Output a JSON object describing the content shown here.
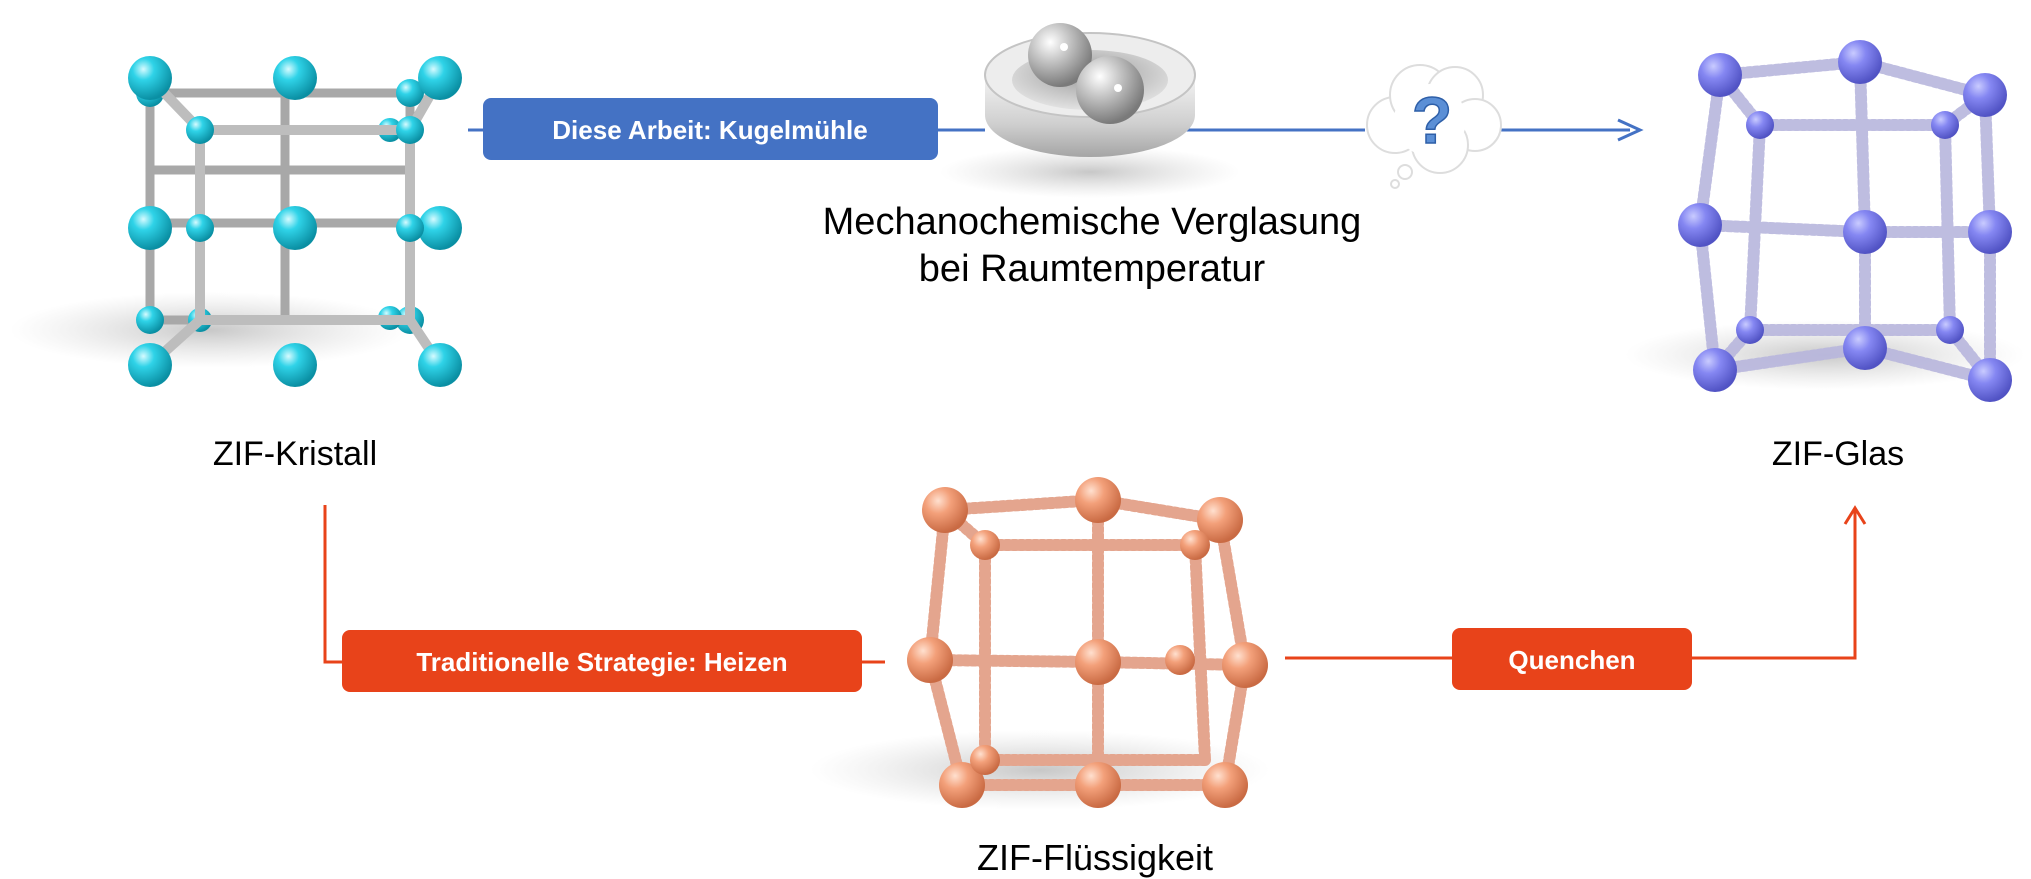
{
  "crystal": {
    "label": "ZIF-Kristall"
  },
  "glass": {
    "label": "ZIF-Glas"
  },
  "liquid": {
    "label": "ZIF-Flüssigkeit"
  },
  "top_path": {
    "pill_label": "Diese Arbeit: Kugelmühle",
    "caption_line1": "Mechanochemische Verglasung",
    "caption_line2": "bei Raumtemperatur",
    "question_mark": "?",
    "color": "#4472c4"
  },
  "bottom_path": {
    "pill_left_label": "Traditionelle Strategie: Heizen",
    "pill_right_label": "Quenchen",
    "color": "#e8431a"
  },
  "colors": {
    "crystal_node": "#22c7dd",
    "crystal_strut": "#b9b9b9",
    "glass_node": "#7d80ee",
    "liquid_node": "#f0936a"
  },
  "icons": [
    "ball-mill-icon",
    "thought-cloud-icon"
  ]
}
